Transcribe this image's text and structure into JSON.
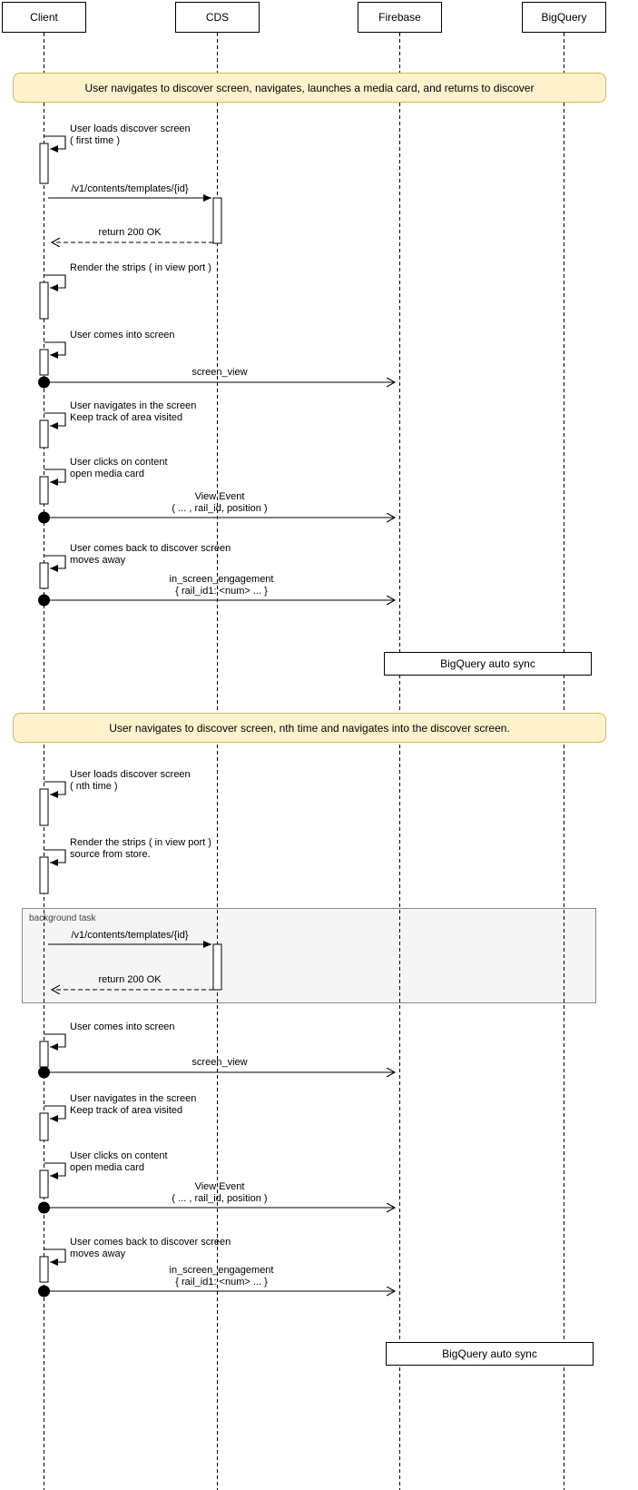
{
  "actors": {
    "client": "Client",
    "cds": "CDS",
    "firebase": "Firebase",
    "bigquery": "BigQuery"
  },
  "colors": {
    "banner_fill": "#FFF2CC",
    "banner_border": "#D6B656",
    "frame_fill": "#F5F5F5",
    "line": "#000000"
  },
  "section1": {
    "banner": "User navigates to discover screen, navigates, launches a media card, and returns to discover",
    "load_first": "User loads discover screen\n( first time )",
    "template_request": "/v1/contents/templates/{id}",
    "template_response": "return 200 OK",
    "render_strips": "Render the strips ( in view port )",
    "comes_into_screen": "User comes into screen",
    "screen_view": "screen_view",
    "navigates": "User navigates in the screen\nKeep track of area visited",
    "clicks_content": "User clicks on content\nopen media card",
    "view_event": "View Event\n( ... , rail_id, position )",
    "comes_back": "User comes back to discover screen\nmoves away",
    "in_screen_engagement": "in_screen_engagement\n{ rail_id1: <num> ... }",
    "sync": "BigQuery auto sync"
  },
  "section2": {
    "banner": "User navigates to discover screen, nth time and navigates into the discover screen.",
    "load_nth": "User loads discover screen\n( nth time )",
    "render_strips": "Render the strips ( in view port )\nsource from store.",
    "frame_label": "background task",
    "template_request": "/v1/contents/templates/{id}",
    "template_response": "return 200 OK",
    "comes_into_screen": "User comes into screen",
    "screen_view": "screen_view",
    "navigates": "User navigates in the screen\nKeep track of area visited",
    "clicks_content": "User clicks on content\nopen media card",
    "view_event": "View Event\n( ... , rail_id, position )",
    "comes_back": "User comes back to discover screen\nmoves away",
    "in_screen_engagement": "in_screen_engagement\n{ rail_id1: <num> ... }",
    "sync": "BigQuery auto sync"
  }
}
